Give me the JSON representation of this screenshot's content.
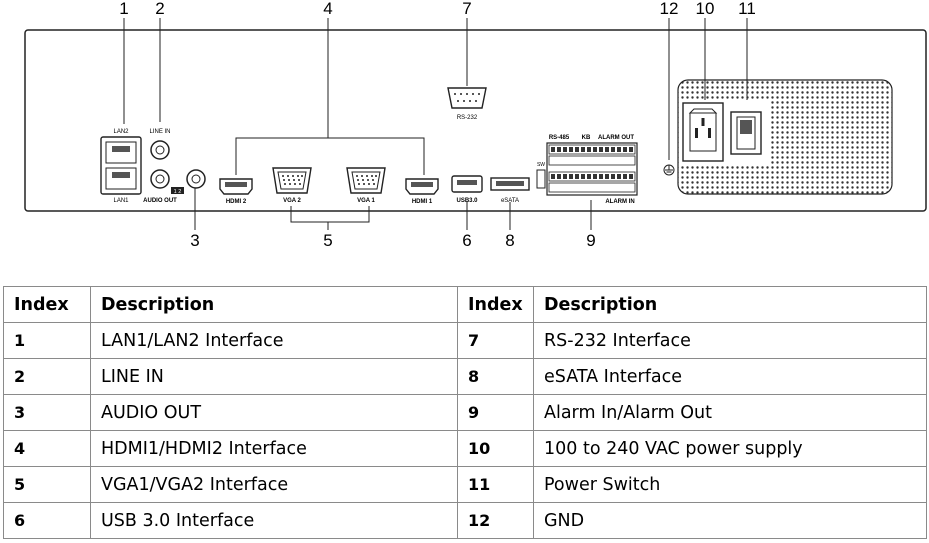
{
  "callouts": {
    "top": [
      "1",
      "2",
      "4",
      "7",
      "12",
      "10",
      "11"
    ],
    "bottom": [
      "3",
      "5",
      "6",
      "8",
      "9"
    ]
  },
  "panel_labels": {
    "lan2": "LAN2",
    "lan1": "LAN1",
    "line_in": "LINE IN",
    "audio_out": "AUDIO OUT",
    "audio_badge": "1 2",
    "hdmi2": "HDMI 2",
    "vga2": "VGA 2",
    "vga1": "VGA 1",
    "hdmi1": "HDMI 1",
    "usb": "USB3.0",
    "esata": "eSATA",
    "rs232": "RS-232",
    "rs485": "RS-485",
    "kb": "KB",
    "alarm_out": "ALARM OUT",
    "alarm_in": "ALARM IN",
    "sw": "SW"
  },
  "table": {
    "headers": [
      "Index",
      "Description",
      "Index",
      "Description"
    ],
    "rows": [
      {
        "left_index": "1",
        "left_desc": "LAN1/LAN2 Interface",
        "right_index": "7",
        "right_desc": "RS-232 Interface"
      },
      {
        "left_index": "2",
        "left_desc": "LINE IN",
        "right_index": "8",
        "right_desc": "eSATA Interface"
      },
      {
        "left_index": "3",
        "left_desc": "AUDIO OUT",
        "right_index": "9",
        "right_desc": "Alarm In/Alarm Out"
      },
      {
        "left_index": "4",
        "left_desc": "HDMI1/HDMI2 Interface",
        "right_index": "10",
        "right_desc": "100 to 240 VAC power supply"
      },
      {
        "left_index": "5",
        "left_desc": "VGA1/VGA2 Interface",
        "right_index": "11",
        "right_desc": "Power Switch"
      },
      {
        "left_index": "6",
        "left_desc": "USB 3.0 Interface",
        "right_index": "12",
        "right_desc": "GND"
      }
    ]
  }
}
